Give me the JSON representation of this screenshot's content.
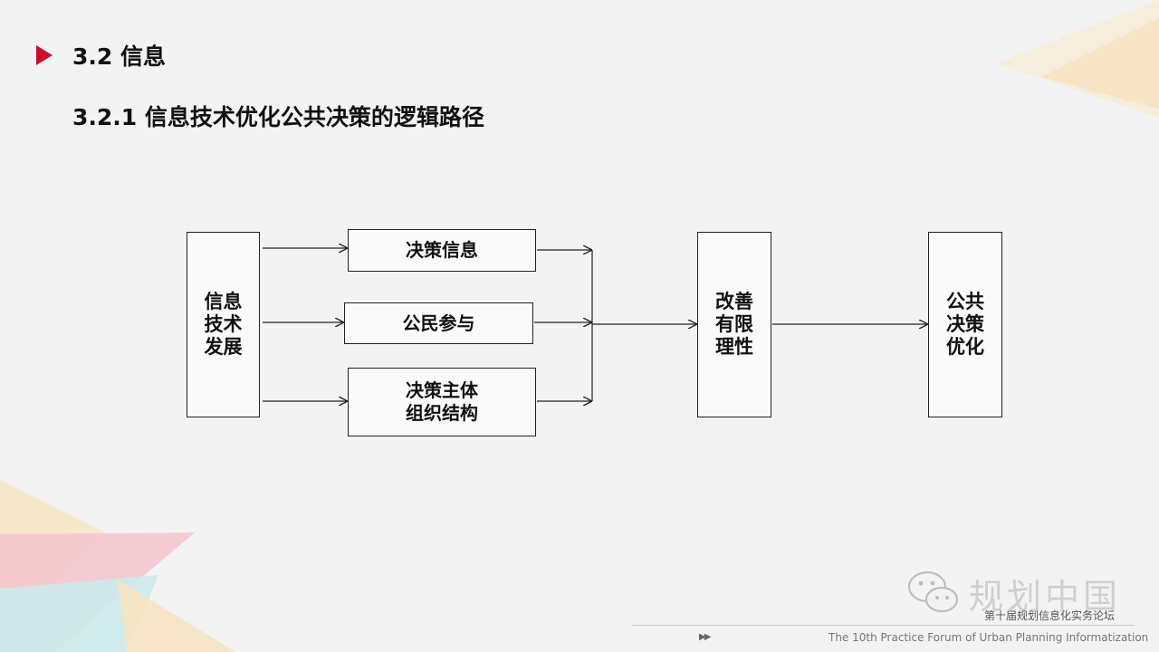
{
  "slide": {
    "title": "3.2 信息",
    "subtitle": "3.2.1 信息技术优化公共决策的逻辑路径"
  },
  "diagram": {
    "source": "信息\n技术\n发展",
    "middle": [
      "决策信息",
      "公民参与",
      "决策主体\n组织结构"
    ],
    "effect": "改善\n有限\n理性",
    "outcome": "公共\n决策\n优化"
  },
  "watermark": {
    "brand": "规划中国",
    "subtitle": "第十届规划信息化实务论坛",
    "icon": "wechat-icon"
  },
  "footer": {
    "nav": "▶▶",
    "text": "The 10th Practice Forum of  Urban Planning Informatization"
  },
  "colors": {
    "accent": "#c8102e",
    "box_border": "#222222"
  }
}
